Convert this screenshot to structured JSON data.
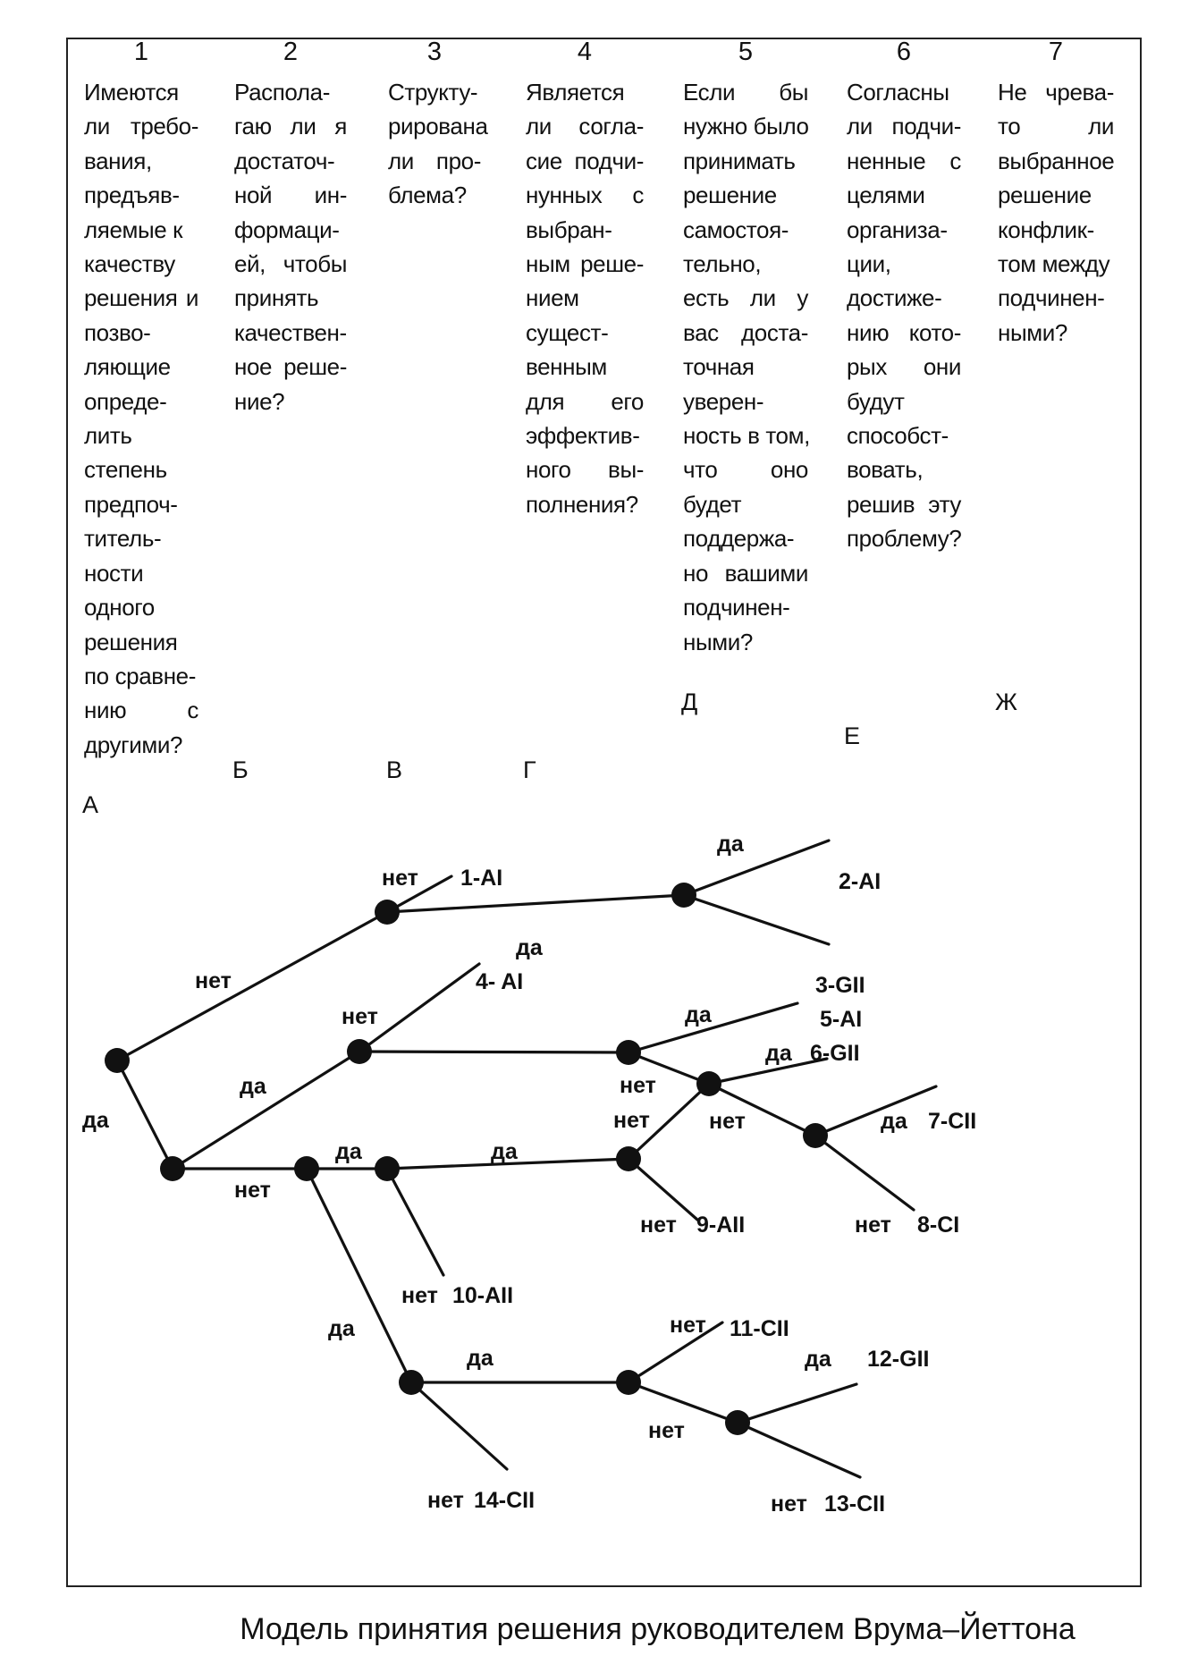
{
  "columns": [
    {
      "num": "1",
      "letter": "А",
      "lines": [
        "Имеются",
        "ли требо-",
        "вания,",
        "предъяв-",
        "ляемые к",
        "качеству",
        "решения и",
        "позво-",
        "ляющие",
        "опреде-",
        "лить",
        "степень",
        "предпоч-",
        "титель-",
        "ности",
        "одного",
        "решения",
        "по сравне-",
        "нию с",
        "другими?"
      ]
    },
    {
      "num": "2",
      "letter": "Б",
      "lines": [
        "Распола-",
        "гаю ли я",
        "достаточ-",
        "ной ин-",
        "формаци-",
        "ей, чтобы",
        "принять",
        "качествен-",
        "ное реше-",
        "ние?"
      ]
    },
    {
      "num": "3",
      "letter": "В",
      "lines": [
        "Структу-",
        "рирована",
        "ли про-",
        "блема?"
      ]
    },
    {
      "num": "4",
      "letter": "Г",
      "lines": [
        "Является",
        "ли согла-",
        "сие подчи-",
        "нунных с",
        "выбран-",
        "ным реше-",
        "нием",
        "сущест-",
        "венным",
        "для его",
        "эффектив-",
        "ного вы-",
        "полнения?"
      ]
    },
    {
      "num": "5",
      "letter": "Д",
      "lines": [
        "Если бы",
        "нужно было",
        "принимать",
        "решение",
        "самостоя-",
        "тельно,",
        "есть ли у",
        "вас доста-",
        "точная",
        "уверен-",
        "ность в том,",
        "что оно",
        "будет",
        "поддержа-",
        "но вашими",
        "подчинен-",
        "ными?"
      ]
    },
    {
      "num": "6",
      "letter": "Е",
      "lines": [
        "Согласны",
        "ли подчи-",
        "ненные с",
        "целями",
        "организа-",
        "ции,",
        "достиже-",
        "нию кото-",
        "рых они",
        "будут",
        "способст-",
        "вовать,",
        "решив эту",
        "проблему?"
      ]
    },
    {
      "num": "7",
      "letter": "Ж",
      "lines": [
        "Не чрева-",
        "то ли",
        "выбранное",
        "решение",
        "конфлик-",
        "том между",
        "подчинен-",
        "ными?"
      ]
    }
  ],
  "tree": {
    "branch_labels": {
      "root_no": "нет",
      "root_yes": "да",
      "n1_no": "нет",
      "n4_yes": "да",
      "n2_no": "нет",
      "n3_yes": "да",
      "n5_yes": "да",
      "n5_no": "нет",
      "n6_yes": "да",
      "n6_no": "нет",
      "n7_no": "нет",
      "n7_yes": "да",
      "n9_yes": "да",
      "n9_no": "нет",
      "n10_yes": "да",
      "n10_no": "нет",
      "n12_yes": "да",
      "n12_no": "нет",
      "n11_yes": "да",
      "n11_no": "нет",
      "n13_yes": "да",
      "n13_no": "нет",
      "n14_yes": "да",
      "n14_no": "нет"
    },
    "outcomes": {
      "o1": "1-AI",
      "o2": "2-AI",
      "o3": "3-GII",
      "o4": "4- AI",
      "o5": "5-AI",
      "o6": "6-GII",
      "o7": "7-CII",
      "o8": "8-CI",
      "o9": "9-AII",
      "o10": "10-AII",
      "o11": "11-CII",
      "o12": "12-GII",
      "o13": "13-CII",
      "o14": "14-CII"
    }
  },
  "caption": "Модель принятия решения руководителем Врума–Йеттона",
  "colors": {
    "ink": "#111111",
    "background": "#ffffff"
  }
}
